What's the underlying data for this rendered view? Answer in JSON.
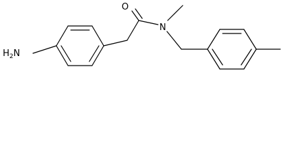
{
  "molecule": {
    "atoms": {
      "amine": {
        "element": "H",
        "sub": "2",
        "tail": "N"
      },
      "carbonyl_oxygen": {
        "label": "O"
      },
      "amide_nitrogen": {
        "label": "N"
      }
    }
  },
  "colors": {
    "stroke": "#000000",
    "background": "#ffffff"
  }
}
